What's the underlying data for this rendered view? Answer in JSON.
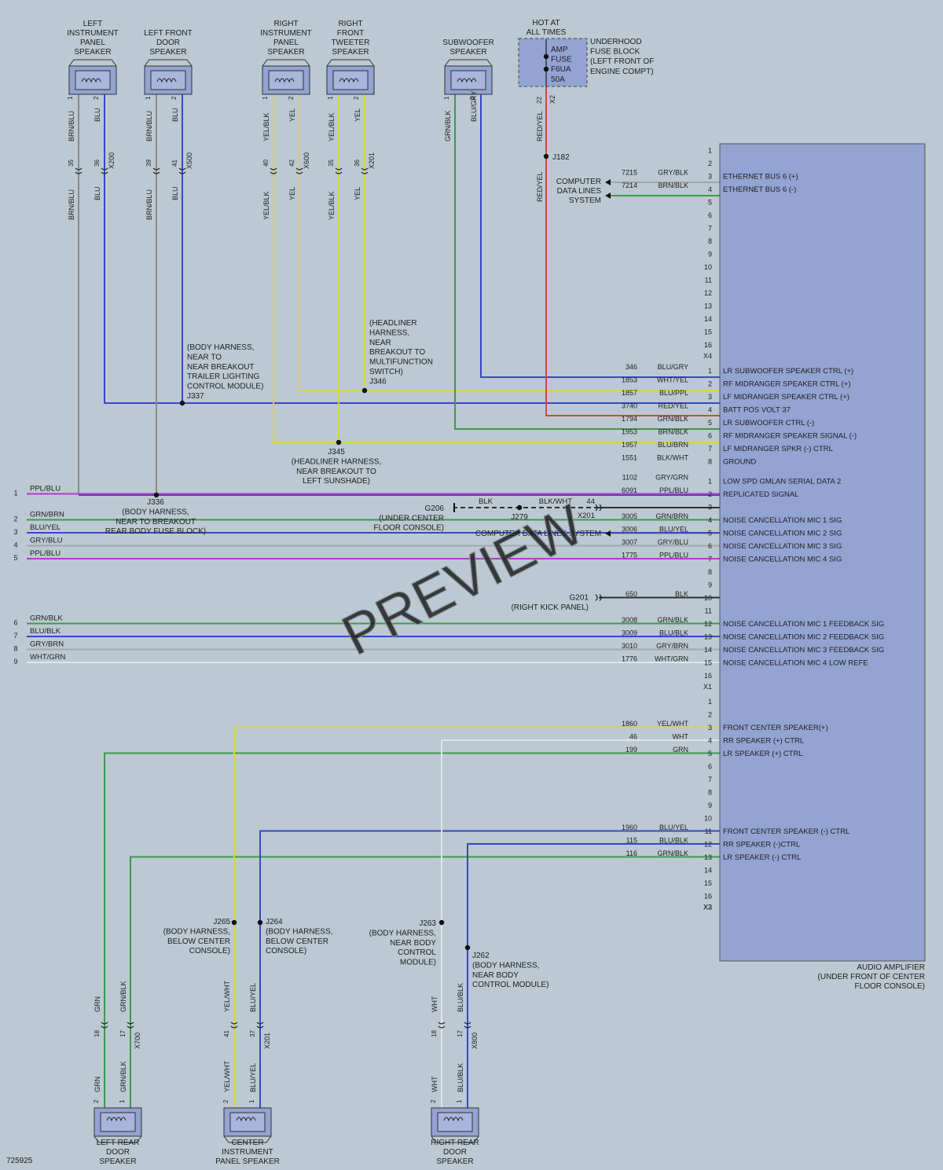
{
  "figure_id": "725925",
  "watermark": "PREVIEW",
  "colors": {
    "background": "#bcc9d2",
    "amplifier": "#93a3d2",
    "BLU": "#3548c8",
    "BRN": "#8a8a8a",
    "YEL": "#d8d24a",
    "GRN": "#3e9a4c",
    "RED": "#d04a38",
    "PPL": "#b43cc8",
    "GRY": "#a0a6ac",
    "WHT": "#e0e4e8",
    "BLK": "#303030"
  },
  "top_components": [
    {
      "id": "lip",
      "label": [
        "LEFT",
        "INSTRUMENT",
        "PANEL",
        "SPEAKER"
      ],
      "pin1": "1",
      "pin2": "2",
      "w1_upper": "BRN/BLU",
      "w2_upper": "BLU",
      "c1": "35",
      "c2": "36",
      "connector": "X200",
      "w1_lower": "BRN/BLU",
      "w2_lower": "BLU",
      "c1col": "BRN",
      "c2col": "BLU"
    },
    {
      "id": "lfd",
      "label": [
        "LEFT FRONT",
        "DOOR",
        "SPEAKER"
      ],
      "pin1": "1",
      "pin2": "2",
      "w1_upper": "BRN/BLU",
      "w2_upper": "BLU",
      "c1": "39",
      "c2": "41",
      "connector": "X500",
      "w1_lower": "BRN/BLU",
      "w2_lower": "BLU",
      "c1col": "BRN",
      "c2col": "BLU"
    },
    {
      "id": "rip",
      "label": [
        "RIGHT",
        "INSTRUMENT",
        "PANEL",
        "SPEAKER"
      ],
      "pin1": "1",
      "pin2": "2",
      "w1_upper": "YEL/BLK",
      "w2_upper": "YEL",
      "c1": "40",
      "c2": "42",
      "connector": "X600",
      "w1_lower": "YEL/BLK",
      "w2_lower": "YEL",
      "c1col": "YEL",
      "c2col": "YEL"
    },
    {
      "id": "rft",
      "label": [
        "RIGHT",
        "FRONT",
        "TWEETER",
        "SPEAKER"
      ],
      "pin1": "1",
      "pin2": "2",
      "w1_upper": "YEL/BLK",
      "w2_upper": "YEL",
      "c1": "35",
      "c2": "36",
      "connector": "X201",
      "w1_lower": "YEL/BLK",
      "w2_lower": "YEL",
      "c1col": "YEL",
      "c2col": "YEL"
    },
    {
      "id": "sub",
      "label": [
        "SUBWOOFER",
        "SPEAKER"
      ],
      "pin1": "1",
      "pin2": "2",
      "w1_upper": "GRN/BLK",
      "w2_upper": "BLU/GRY",
      "c1col": "GRN",
      "c2col": "BLU"
    }
  ],
  "fuse": {
    "title": [
      "HOT AT",
      "ALL TIMES"
    ],
    "text": [
      "AMP",
      "FUSE",
      "F6UA",
      "50A"
    ],
    "block": [
      "UNDERHOOD",
      "FUSE BLOCK",
      "(LEFT FRONT OF",
      "ENGINE COMPT)"
    ],
    "pin": "22",
    "connector": "X2",
    "wire": "RED/YEL",
    "splice": "J182"
  },
  "computer_data_lines": [
    "COMPUTER",
    "DATA LINES",
    "SYSTEM"
  ],
  "amplifier": {
    "title": [
      "AUDIO AMPLIFIER",
      "(UNDER FRONT OF CENTER",
      "FLOOR CONSOLE)"
    ]
  },
  "sections": [
    {
      "connector": "X4",
      "pins": [
        {
          "n": "1",
          "circuit": "",
          "color": "",
          "signal": ""
        },
        {
          "n": "2",
          "circuit": "",
          "color": "",
          "signal": ""
        },
        {
          "n": "3",
          "circuit": "7215",
          "color": "GRY/BLK",
          "signal": "ETHERNET BUS 6 (+)"
        },
        {
          "n": "4",
          "circuit": "7214",
          "color": "BRN/BLK",
          "signal": "ETHERNET BUS 6 (-)"
        },
        {
          "n": "5",
          "circuit": "",
          "color": "",
          "signal": ""
        },
        {
          "n": "6",
          "circuit": "",
          "color": "",
          "signal": ""
        },
        {
          "n": "7",
          "circuit": "",
          "color": "",
          "signal": ""
        },
        {
          "n": "8",
          "circuit": "",
          "color": "",
          "signal": ""
        },
        {
          "n": "9",
          "circuit": "",
          "color": "",
          "signal": ""
        },
        {
          "n": "10",
          "circuit": "",
          "color": "",
          "signal": ""
        },
        {
          "n": "11",
          "circuit": "",
          "color": "",
          "signal": ""
        },
        {
          "n": "12",
          "circuit": "",
          "color": "",
          "signal": ""
        },
        {
          "n": "13",
          "circuit": "",
          "color": "",
          "signal": ""
        },
        {
          "n": "14",
          "circuit": "",
          "color": "",
          "signal": ""
        },
        {
          "n": "15",
          "circuit": "",
          "color": "",
          "signal": ""
        },
        {
          "n": "16",
          "circuit": "",
          "color": "",
          "signal": ""
        }
      ]
    },
    {
      "connector": "",
      "pins": [
        {
          "n": "1",
          "circuit": "346",
          "color": "BLU/GRY",
          "signal": "LR SUBWOOFER SPEAKER CTRL (+)"
        },
        {
          "n": "2",
          "circuit": "1853",
          "color": "WHT/YEL",
          "signal": "RF MIDRANGER SPEAKER CTRL (+)"
        },
        {
          "n": "3",
          "circuit": "1857",
          "color": "BLU/PPL",
          "signal": "LF MIDRANGER SPEAKER CTRL (+)"
        },
        {
          "n": "4",
          "circuit": "3740",
          "color": "RED/YEL",
          "signal": "BATT POS VOLT 37"
        },
        {
          "n": "5",
          "circuit": "1794",
          "color": "GRN/BLK",
          "signal": "LR SUBWOOFER CTRL (-)"
        },
        {
          "n": "6",
          "circuit": "1953",
          "color": "BRN/BLK",
          "signal": "RF MIDRANGER SPEAKER SIGNAL (-)"
        },
        {
          "n": "7",
          "circuit": "1957",
          "color": "BLU/BRN",
          "signal": "LF MIDRANGER SPKR (-) CTRL"
        },
        {
          "n": "8",
          "circuit": "1551",
          "color": "BLK/WHT",
          "signal": "GROUND"
        }
      ]
    },
    {
      "connector": "X1",
      "pins": [
        {
          "n": "1",
          "circuit": "1102",
          "color": "GRY/GRN",
          "signal": "LOW SPD GMLAN SERIAL DATA 2"
        },
        {
          "n": "2",
          "circuit": "6091",
          "color": "PPL/BLU",
          "signal": "REPLICATED SIGNAL"
        },
        {
          "n": "3",
          "circuit": "",
          "color": "",
          "signal": ""
        },
        {
          "n": "4",
          "circuit": "3005",
          "color": "GRN/BRN",
          "signal": "NOISE CANCELLATION MIC 1 SIG"
        },
        {
          "n": "5",
          "circuit": "3006",
          "color": "BLU/YEL",
          "signal": "NOISE CANCELLATION MIC 2 SIG"
        },
        {
          "n": "6",
          "circuit": "3007",
          "color": "GRY/BLU",
          "signal": "NOISE CANCELLATION MIC 3 SIG"
        },
        {
          "n": "7",
          "circuit": "1775",
          "color": "PPL/BLU",
          "signal": "NOISE CANCELLATION MIC 4 SIG"
        },
        {
          "n": "8",
          "circuit": "",
          "color": "",
          "signal": ""
        },
        {
          "n": "9",
          "circuit": "",
          "color": "",
          "signal": ""
        },
        {
          "n": "10",
          "circuit": "650",
          "color": "BLK",
          "signal": ""
        },
        {
          "n": "11",
          "circuit": "",
          "color": "",
          "signal": ""
        },
        {
          "n": "12",
          "circuit": "3008",
          "color": "GRN/BLK",
          "signal": "NOISE CANCELLATION MIC 1 FEEDBACK SIG"
        },
        {
          "n": "13",
          "circuit": "3009",
          "color": "BLU/BLK",
          "signal": "NOISE CANCELLATION MIC 2 FEEDBACK SIG"
        },
        {
          "n": "14",
          "circuit": "3010",
          "color": "GRY/BRN",
          "signal": "NOISE CANCELLATION MIC 3 FEEDBACK SIG"
        },
        {
          "n": "15",
          "circuit": "1776",
          "color": "WHT/GRN",
          "signal": "NOISE CANCELLATION MIC 4 LOW REFE"
        },
        {
          "n": "16",
          "circuit": "",
          "color": "",
          "signal": ""
        }
      ]
    },
    {
      "connector": "X3",
      "pins": [
        {
          "n": "1",
          "circuit": "",
          "color": "",
          "signal": ""
        },
        {
          "n": "2",
          "circuit": "",
          "color": "",
          "signal": ""
        },
        {
          "n": "3",
          "circuit": "1860",
          "color": "YEL/WHT",
          "signal": "FRONT CENTER SPEAKER(+)"
        },
        {
          "n": "4",
          "circuit": "46",
          "color": "WHT",
          "signal": "RR SPEAKER (+) CTRL"
        },
        {
          "n": "5",
          "circuit": "199",
          "color": "GRN",
          "signal": "LR SPEAKER (+) CTRL"
        },
        {
          "n": "6",
          "circuit": "",
          "color": "",
          "signal": ""
        },
        {
          "n": "7",
          "circuit": "",
          "color": "",
          "signal": ""
        },
        {
          "n": "8",
          "circuit": "",
          "color": "",
          "signal": ""
        },
        {
          "n": "9",
          "circuit": "",
          "color": "",
          "signal": ""
        },
        {
          "n": "10",
          "circuit": "",
          "color": "",
          "signal": ""
        },
        {
          "n": "11",
          "circuit": "1960",
          "color": "BLU/YEL",
          "signal": "FRONT CENTER SPEAKER (-) CTRL"
        },
        {
          "n": "12",
          "circuit": "115",
          "color": "BLU/BLK",
          "signal": "RR SPEAKER (-)CTRL"
        },
        {
          "n": "13",
          "circuit": "116",
          "color": "GRN/BLK",
          "signal": "LR SPEAKER (-) CTRL"
        },
        {
          "n": "14",
          "circuit": "",
          "color": "",
          "signal": ""
        },
        {
          "n": "15",
          "circuit": "",
          "color": "",
          "signal": ""
        },
        {
          "n": "16",
          "circuit": "",
          "color": "",
          "signal": ""
        }
      ]
    },
    {
      "connector": "X2",
      "pins": []
    }
  ],
  "left_inputs": [
    {
      "n": "1",
      "color": "PPL/BLU"
    },
    {
      "n": "2",
      "color": "GRN/BRN"
    },
    {
      "n": "3",
      "color": "BLU/YEL"
    },
    {
      "n": "4",
      "color": "GRY/BLU"
    },
    {
      "n": "5",
      "color": "PPL/BLU"
    },
    {
      "n": "6",
      "color": "GRN/BLK"
    },
    {
      "n": "7",
      "color": "BLU/BLK"
    },
    {
      "n": "8",
      "color": "GRY/BRN"
    },
    {
      "n": "9",
      "color": "WHT/GRN"
    }
  ],
  "splices": [
    {
      "id": "J337",
      "label": [
        "(BODY HARNESS,",
        "NEAR TO",
        "NEAR BREAKOUT",
        "TRAILER LIGHTING",
        "CONTROL MODULE)",
        "J337"
      ]
    },
    {
      "id": "J346",
      "label": [
        "(HEADLINER",
        "HARNESS,",
        "NEAR",
        "BREAKOUT TO",
        "MULTIFUNCTION",
        "SWITCH)",
        "J346"
      ]
    },
    {
      "id": "J345",
      "label": [
        "J345",
        "(HEADLINER HARNESS,",
        "NEAR BREAKOUT TO",
        "LEFT SUNSHADE)"
      ]
    },
    {
      "id": "J336",
      "label": [
        "J336",
        "(BODY HARNESS,",
        "NEAR TO BREAKOUT",
        "REAR BODY FUSE BLOCK)"
      ]
    },
    {
      "id": "J265",
      "label": [
        "J265",
        "(BODY HARNESS,",
        "BELOW CENTER",
        "CONSOLE)"
      ]
    },
    {
      "id": "J264",
      "label": [
        "J264",
        "(BODY HARNESS,",
        "BELOW CENTER",
        "CONSOLE)"
      ]
    },
    {
      "id": "J263",
      "label": [
        "J263",
        "(BODY HARNESS,",
        "NEAR BODY",
        "CONTROL",
        "MODULE)"
      ]
    },
    {
      "id": "J262",
      "label": [
        "J262",
        "(BODY HARNESS,",
        "NEAR BODY",
        "CONTROL MODULE)"
      ]
    }
  ],
  "grounds": {
    "g206": {
      "label": [
        "G206",
        "(UNDER CENTER",
        "FLOOR CONSOLE)"
      ],
      "wire": "BLK",
      "wire2": "BLK/WHT",
      "pin": "44",
      "connector": "X201",
      "splice": "J279"
    },
    "g201": {
      "label": [
        "G201",
        "(RIGHT KICK PANEL)"
      ]
    }
  },
  "computer_data_lines_x1": "COMPUTER DATA LINES SYSTEM",
  "bottom_components": [
    {
      "id": "lrd",
      "label": [
        "LEFT REAR",
        "DOOR",
        "SPEAKER"
      ],
      "pin1": "2",
      "pin2": "1",
      "w1_upper": "GRN",
      "w2_upper": "GRN/BLK",
      "c1": "18",
      "c2": "17",
      "connector": "X700",
      "w1_lower": "GRN",
      "w2_lower": "GRN/BLK"
    },
    {
      "id": "cip",
      "label": [
        "CENTER",
        "INSTRUMENT",
        "PANEL SPEAKER"
      ],
      "pin1": "2",
      "pin2": "1",
      "w1_upper": "YEL/WHT",
      "w2_upper": "BLU/YEL",
      "c1": "41",
      "c2": "37",
      "connector": "X201",
      "w1_lower": "YEL/WHT",
      "w2_lower": "BLU/YEL"
    },
    {
      "id": "rrd",
      "label": [
        "RIGHT REAR",
        "DOOR",
        "SPEAKER"
      ],
      "pin1": "2",
      "pin2": "1",
      "w1_upper": "WHT",
      "w2_upper": "BLU/BLK",
      "c1": "18",
      "c2": "17",
      "connector": "X800",
      "w1_lower": "WHT",
      "w2_lower": "BLU/BLK"
    }
  ]
}
